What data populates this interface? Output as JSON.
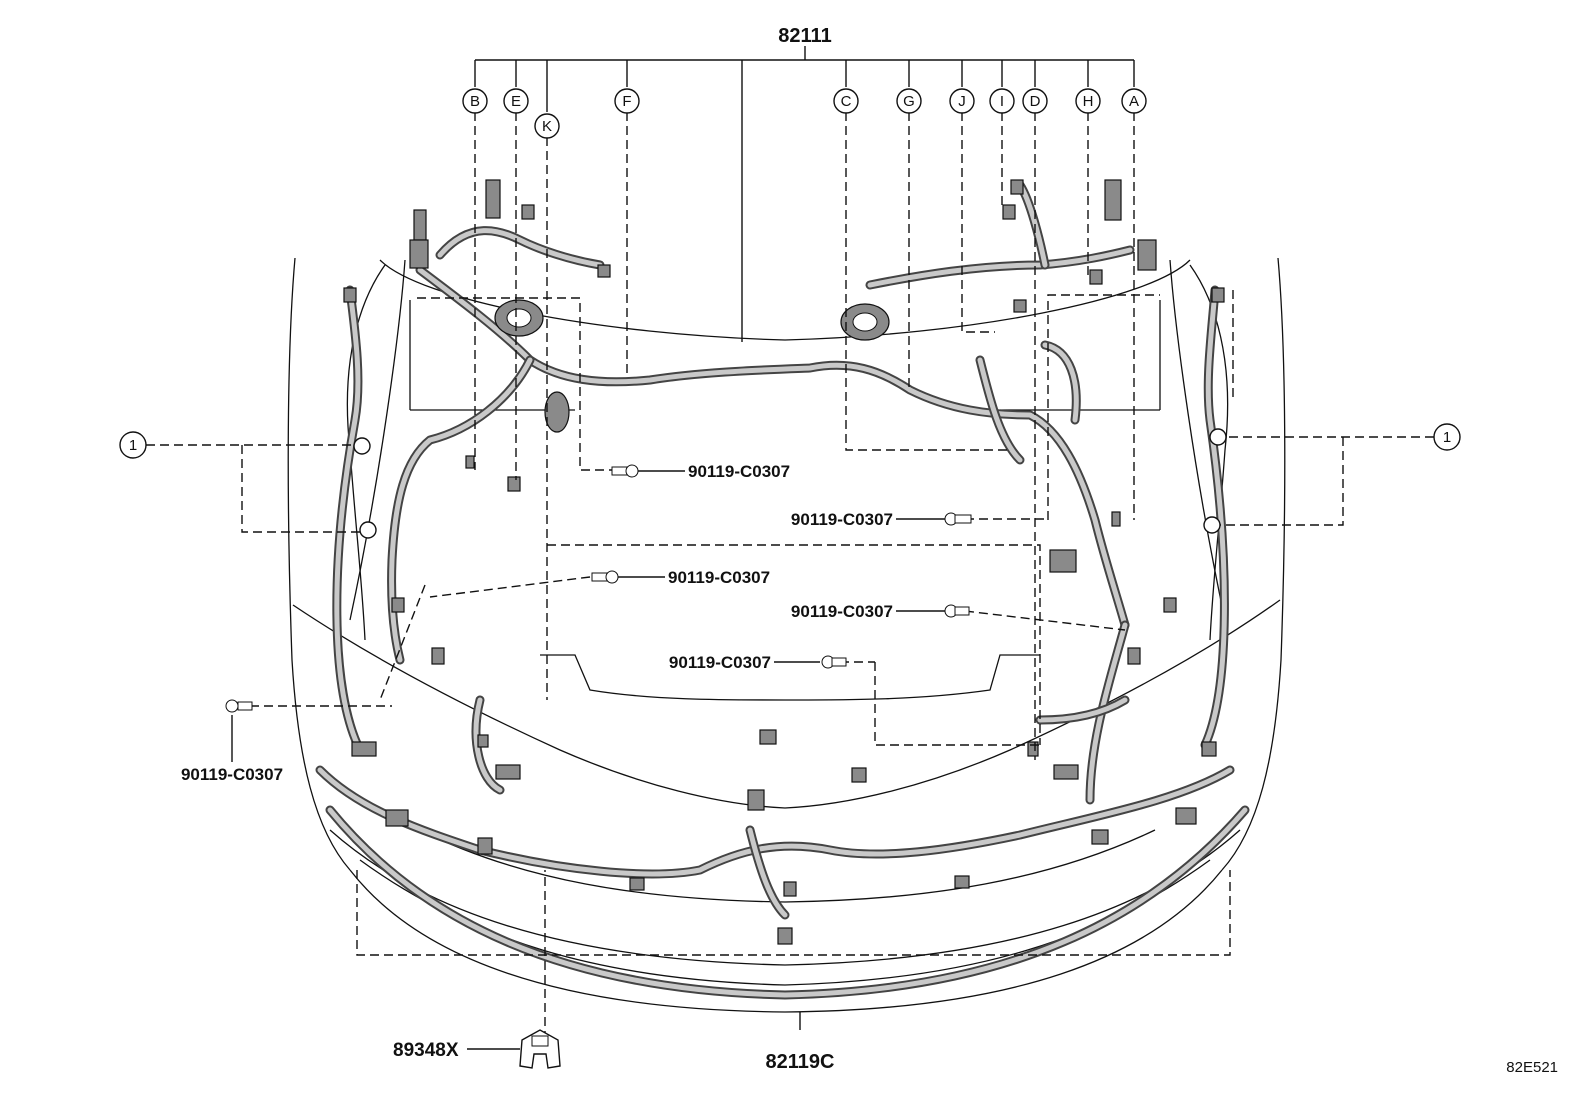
{
  "parts": {
    "main_harness": "82111",
    "front_harness": "82119C",
    "sensor": "89348X",
    "bolts": [
      "90119-C0307",
      "90119-C0307",
      "90119-C0307",
      "90119-C0307",
      "90119-C0307",
      "90119-C0307"
    ]
  },
  "clamp_callouts": {
    "left": "1",
    "right": "1"
  },
  "connector_callouts": [
    "B",
    "E",
    "K",
    "F",
    "C",
    "G",
    "J",
    "I",
    "D",
    "H",
    "A"
  ],
  "diagram_code": "82E521",
  "colors": {
    "line": "#111111",
    "harness": "#444444",
    "connector": "#8a8a8a"
  }
}
